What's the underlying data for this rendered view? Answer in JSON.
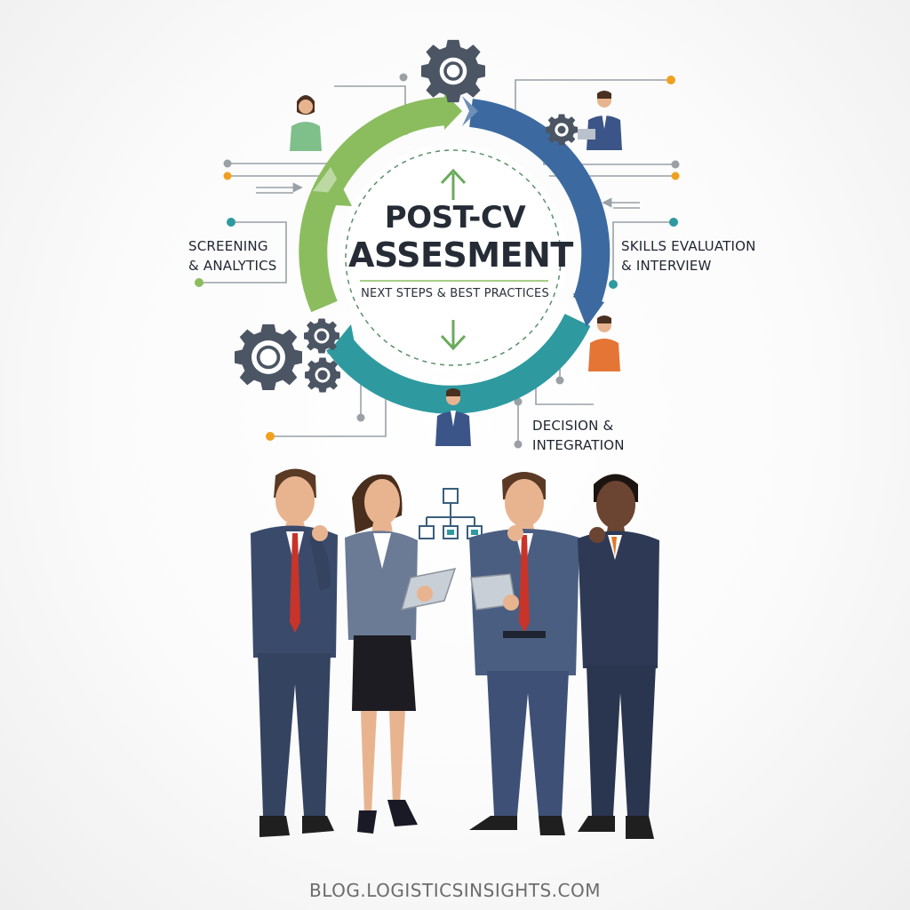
{
  "diagram": {
    "title_line1": "POST-CV",
    "title_line2": "ASSESMENT",
    "subtitle": "NEXT STEPS & BEST PRACTICES",
    "stages": [
      {
        "line1": "SCREENING",
        "line2": "& ANALYTICS"
      },
      {
        "line1": "SKILLS EVALUATION",
        "line2": "& INTERVIEW"
      },
      {
        "line1": "DECISION &",
        "line2": "INTEGRATION"
      }
    ]
  },
  "colors": {
    "green": "#8bbd5e",
    "blue": "#3c6aa0",
    "teal": "#2e9aa0",
    "orange": "#f0a020",
    "gear": "#4b5563",
    "suit_navy": "#3a4a6b"
  },
  "icons": [
    "gear-icon",
    "person-icon",
    "org-chart-icon",
    "arrow-up-icon",
    "arrow-down-icon"
  ],
  "footer": {
    "website": "BLOG.LOGISTICSINSIGHTS.COM"
  }
}
